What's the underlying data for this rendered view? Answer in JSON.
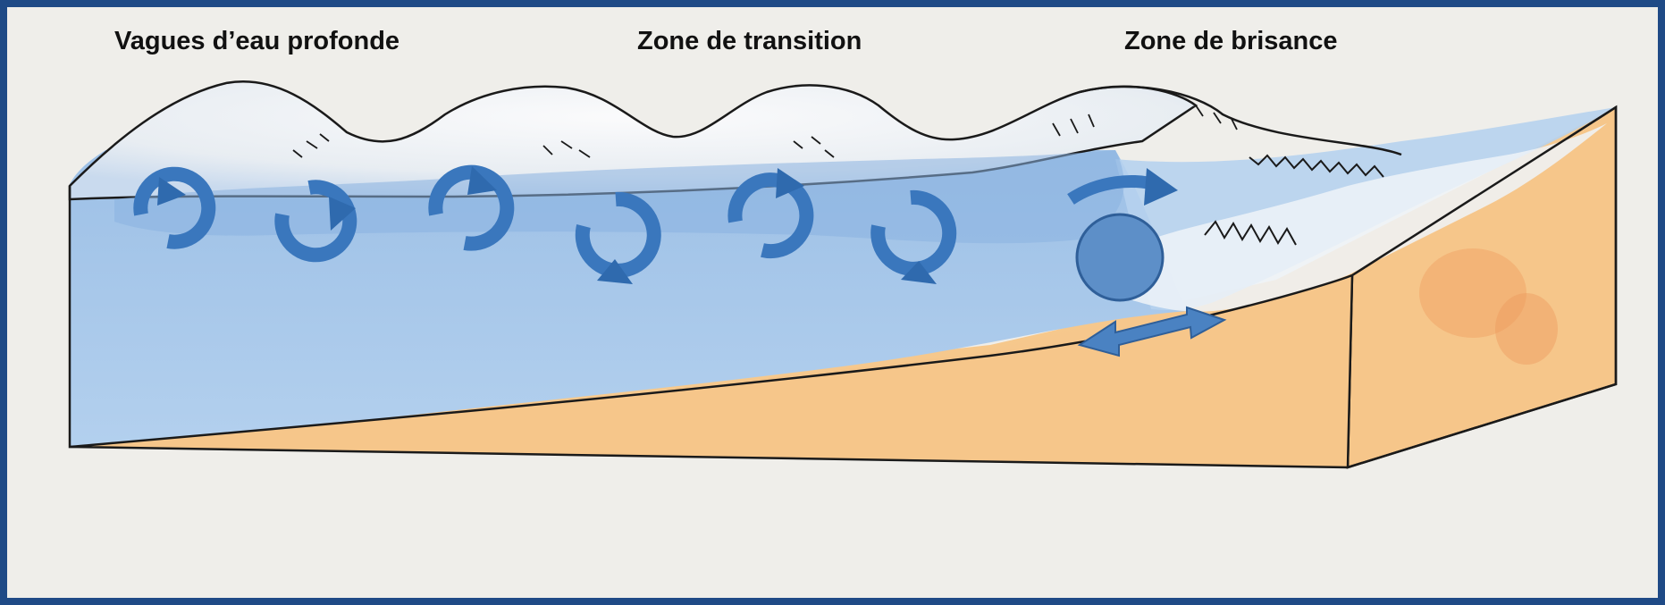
{
  "labels": {
    "deep_water": "Vagues d’eau profonde",
    "transition": "Zone de transition",
    "breaking": "Zone de brisance"
  },
  "colors": {
    "frame_border": "#1f4a86",
    "background": "#efeeea",
    "water": "#a9c9ea",
    "water_dark": "#6c9fd6",
    "wave_crest": "#f4f5f6",
    "sand": "#f6c98e",
    "sand_dark": "#f0a86a",
    "orbit_arrow": "#3a77bd",
    "outline": "#1a1a1a"
  },
  "icons": {
    "orbital_motion": "circular-arrow-icon",
    "backwash": "double-arrow-icon"
  }
}
